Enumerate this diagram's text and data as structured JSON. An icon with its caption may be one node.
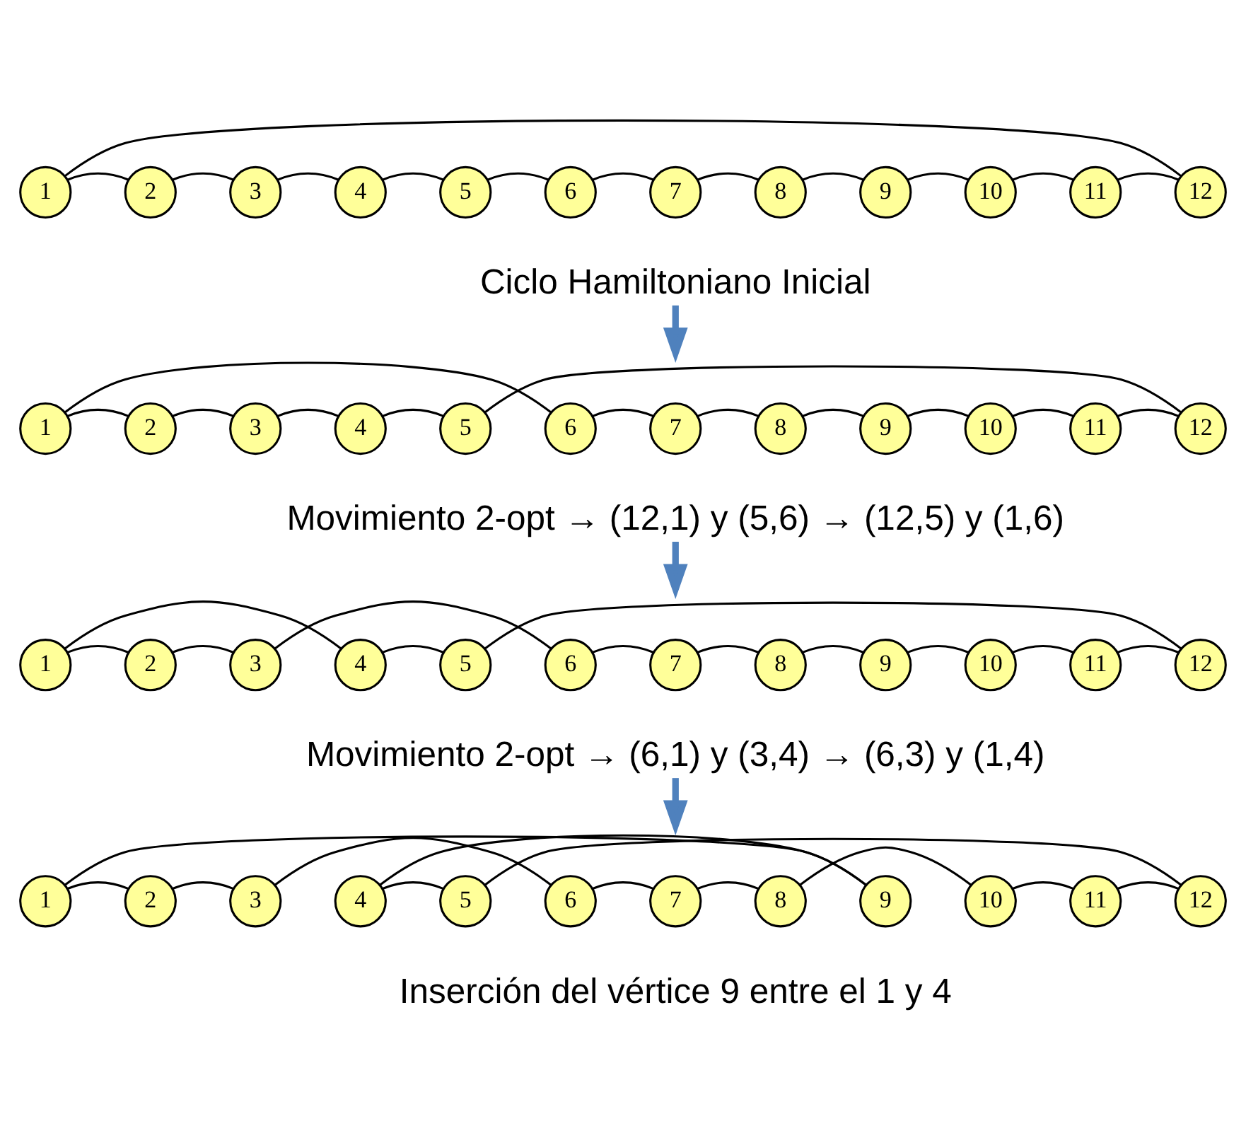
{
  "diagram": {
    "nodes": [
      {
        "text": [
          "1"
        ]
      },
      {
        "text": [
          "2"
        ]
      },
      {
        "text": [
          "3"
        ]
      },
      {
        "text": [
          "4"
        ]
      },
      {
        "text": [
          "5"
        ]
      },
      {
        "text": [
          "6"
        ]
      },
      {
        "text": [
          "7"
        ]
      },
      {
        "text": [
          "8"
        ]
      },
      {
        "text": [
          "9"
        ]
      },
      {
        "text": [
          "10"
        ]
      },
      {
        "text": [
          "11"
        ]
      },
      {
        "text": [
          "12"
        ]
      },
      {
        "text": [
          "Ciclo Hamiltoniano Inicial"
        ]
      },
      {
        "text": [
          "1"
        ]
      },
      {
        "text": [
          "2"
        ]
      },
      {
        "text": [
          "3"
        ]
      },
      {
        "text": [
          "4"
        ]
      },
      {
        "text": [
          "5"
        ]
      },
      {
        "text": [
          "6"
        ]
      },
      {
        "text": [
          "7"
        ]
      },
      {
        "text": [
          "8"
        ]
      },
      {
        "text": [
          "9"
        ]
      },
      {
        "text": [
          "10"
        ]
      },
      {
        "text": [
          "11"
        ]
      },
      {
        "text": [
          "12"
        ]
      },
      {
        "text": [
          "Movimiento 2-opt → (12,1) y (5,6) → (12,5) y (1,6)"
        ]
      },
      {
        "text": [
          "1"
        ]
      },
      {
        "text": [
          "2"
        ]
      },
      {
        "text": [
          "3"
        ]
      },
      {
        "text": [
          "4"
        ]
      },
      {
        "text": [
          "5"
        ]
      },
      {
        "text": [
          "6"
        ]
      },
      {
        "text": [
          "7"
        ]
      },
      {
        "text": [
          "8"
        ]
      },
      {
        "text": [
          "9"
        ]
      },
      {
        "text": [
          "10"
        ]
      },
      {
        "text": [
          "11"
        ]
      },
      {
        "text": [
          "12"
        ]
      },
      {
        "text": [
          "Movimiento 2-opt → (6,1) y (3,4) → (6,3) y (1,4)"
        ]
      },
      {
        "text": [
          "1"
        ]
      },
      {
        "text": [
          "2"
        ]
      },
      {
        "text": [
          "3"
        ]
      },
      {
        "text": [
          "4"
        ]
      },
      {
        "text": [
          "5"
        ]
      },
      {
        "text": [
          "6"
        ]
      },
      {
        "text": [
          "7"
        ]
      },
      {
        "text": [
          "8"
        ]
      },
      {
        "text": [
          "9"
        ]
      },
      {
        "text": [
          "10"
        ]
      },
      {
        "text": [
          "11"
        ]
      },
      {
        "text": [
          "12"
        ]
      },
      {
        "text": [
          "Inserción del vértice 9 entre el 1 y 4"
        ]
      }
    ],
    "edges": [
      {
        "from": 0,
        "to": 1,
        "arrow": "none"
      },
      {
        "from": 1,
        "to": 2,
        "arrow": "none"
      },
      {
        "from": 2,
        "to": 3,
        "arrow": "none"
      },
      {
        "from": 3,
        "to": 4,
        "arrow": "none"
      },
      {
        "from": 4,
        "to": 5,
        "arrow": "none"
      },
      {
        "from": 5,
        "to": 6,
        "arrow": "none"
      },
      {
        "from": 6,
        "to": 7,
        "arrow": "none"
      },
      {
        "from": 7,
        "to": 8,
        "arrow": "none"
      },
      {
        "from": 8,
        "to": 9,
        "arrow": "none"
      },
      {
        "from": 9,
        "to": 10,
        "arrow": "none"
      },
      {
        "from": 10,
        "to": 11,
        "arrow": "none"
      },
      {
        "from": 0,
        "to": 11,
        "arrow": "none"
      },
      {
        "from": 12,
        "to": null,
        "arrow": "to",
        "color": "#4f81bd",
        "style": "thick"
      },
      {
        "from": 13,
        "to": 18,
        "arrow": "none"
      },
      {
        "from": 13,
        "to": 14,
        "arrow": "none"
      },
      {
        "from": 14,
        "to": 15,
        "arrow": "none"
      },
      {
        "from": 15,
        "to": 16,
        "arrow": "none"
      },
      {
        "from": 16,
        "to": 17,
        "arrow": "none"
      },
      {
        "from": 18,
        "to": 19,
        "arrow": "none"
      },
      {
        "from": 19,
        "to": 20,
        "arrow": "none"
      },
      {
        "from": 20,
        "to": 21,
        "arrow": "none"
      },
      {
        "from": 21,
        "to": 22,
        "arrow": "none"
      },
      {
        "from": 22,
        "to": 23,
        "arrow": "none"
      },
      {
        "from": 23,
        "to": 24,
        "arrow": "none"
      },
      {
        "from": 17,
        "to": 24,
        "arrow": "none"
      },
      {
        "from": 25,
        "to": null,
        "arrow": "to",
        "color": "#4f81bd",
        "style": "thick"
      },
      {
        "from": 28,
        "to": 31,
        "arrow": "none"
      },
      {
        "from": 26,
        "to": 27,
        "arrow": "none"
      },
      {
        "from": 27,
        "to": 28,
        "arrow": "none"
      },
      {
        "from": 29,
        "to": 30,
        "arrow": "none"
      },
      {
        "from": 31,
        "to": 32,
        "arrow": "none"
      },
      {
        "from": 32,
        "to": 33,
        "arrow": "none"
      },
      {
        "from": 33,
        "to": 34,
        "arrow": "none"
      },
      {
        "from": 34,
        "to": 35,
        "arrow": "none"
      },
      {
        "from": 35,
        "to": 36,
        "arrow": "none"
      },
      {
        "from": 36,
        "to": 37,
        "arrow": "none"
      },
      {
        "from": 26,
        "to": 29,
        "arrow": "none"
      },
      {
        "from": 30,
        "to": 37,
        "arrow": "none"
      },
      {
        "from": 38,
        "to": null,
        "arrow": "to",
        "color": "#4f81bd",
        "style": "thick"
      },
      {
        "from": 42,
        "to": 47,
        "arrow": "none"
      },
      {
        "from": 41,
        "to": 44,
        "arrow": "none"
      },
      {
        "from": 46,
        "to": 48,
        "arrow": "none"
      },
      {
        "from": 39,
        "to": 40,
        "arrow": "none"
      },
      {
        "from": 40,
        "to": 41,
        "arrow": "none"
      },
      {
        "from": 42,
        "to": 43,
        "arrow": "none"
      },
      {
        "from": 44,
        "to": 45,
        "arrow": "none"
      },
      {
        "from": 45,
        "to": 46,
        "arrow": "none"
      },
      {
        "from": 48,
        "to": 49,
        "arrow": "none"
      },
      {
        "from": 49,
        "to": 50,
        "arrow": "none"
      },
      {
        "from": 43,
        "to": 50,
        "arrow": "none"
      },
      {
        "from": 39,
        "to": 47,
        "arrow": "none"
      }
    ]
  }
}
